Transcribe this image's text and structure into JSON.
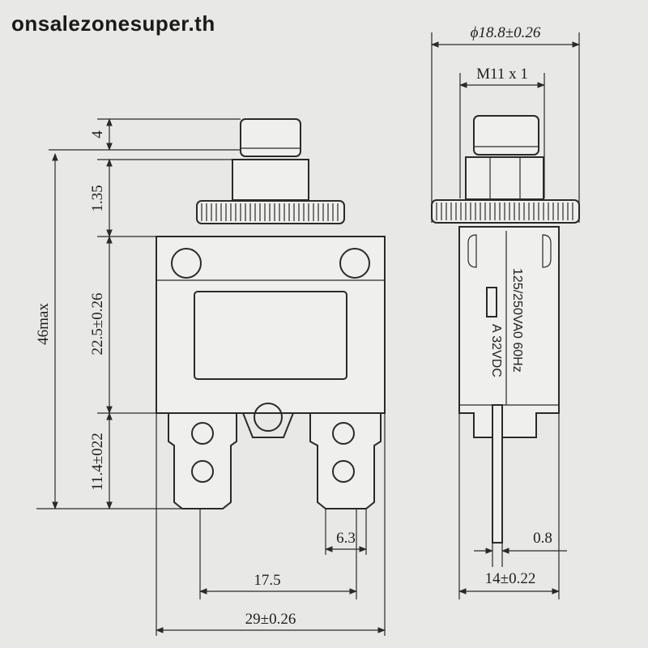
{
  "watermark": "onsalezonesuper.th",
  "front_view": {
    "dimensions": {
      "button_height": "4",
      "nut_height": "1.35",
      "body_height": "22.5±0.26",
      "terminal_length": "11.4±022",
      "overall_height": "46max",
      "terminal_width": "6.3",
      "terminal_spacing": "17.5",
      "body_width": "29±0.26"
    }
  },
  "side_view": {
    "dimensions": {
      "flange_diameter": "ϕ18.8±0.26",
      "thread": "M11 x 1",
      "terminal_thickness": "0.8",
      "body_depth": "14±0.22"
    },
    "rating_lines": [
      "125/250VA0 60Hz",
      "A 32VDC"
    ]
  }
}
